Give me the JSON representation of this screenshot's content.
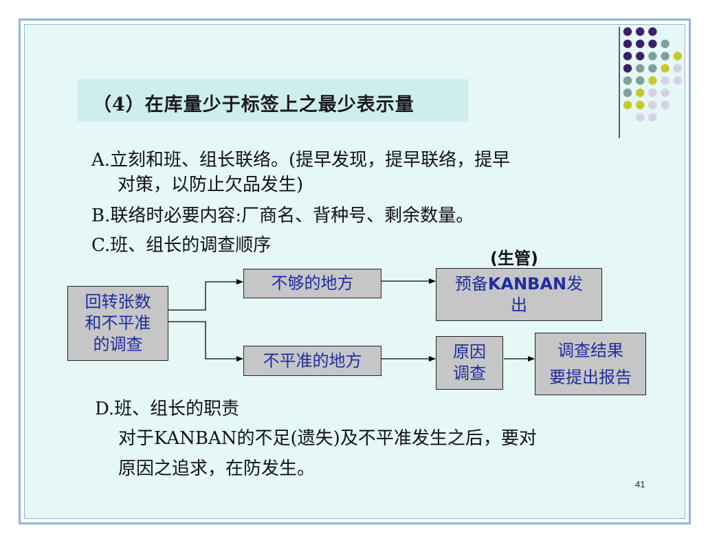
{
  "title": "（4）在库量少于标签上之最少表示量",
  "items": {
    "a_line1": "A.立刻和班、组长联络。(提早发现，提早联络，提早",
    "a_line2": "对策，以防止欠品发生)",
    "b_line": "B.联络时必要内容:厂商名、背种号、剩余数量。",
    "c_line": "C.班、组长的调查顺序",
    "d_line1": "D.班、组长的职责",
    "d_line2": "对于KANBAN的不足(遗失)及不平准发生之后，要对",
    "d_line3": "原因之追求，在防发生。"
  },
  "flow": {
    "start": {
      "line1": "回转张数",
      "line2": "和不平准",
      "line3": "的调查"
    },
    "shortage": "不够的地方",
    "unbalance": "不平准的地方",
    "kanban": {
      "prefix": "预备",
      "bold": "KANBAN",
      "suffix": "发",
      "line2": "出"
    },
    "cause": {
      "line1": "原因",
      "line2": "调查"
    },
    "report": {
      "line1": "调查结果",
      "line2": "要提出报告"
    },
    "production_control_label": "(生管)"
  },
  "page_number": "41",
  "colors": {
    "box_fill": "#c6c6c6",
    "box_text": "#1e2d9f",
    "title_band": "#cdeeed",
    "slide_bg": "#e6f7f7",
    "frame": "#8fb4da",
    "dot_purple": "#3b1f6b",
    "dot_teal": "#7f9f9d",
    "dot_lime": "#c6c92a",
    "dot_lilac": "#d6d2e6"
  }
}
